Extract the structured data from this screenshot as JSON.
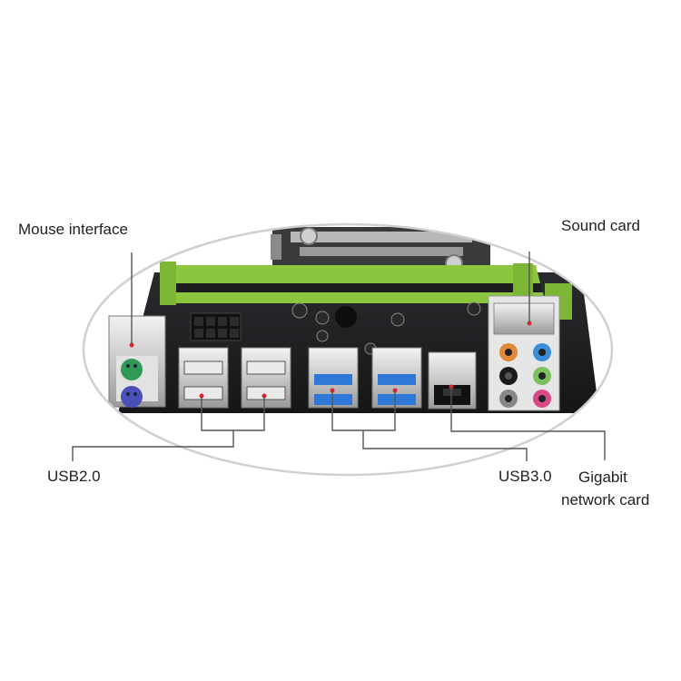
{
  "callouts": {
    "mouse_interface": "Mouse interface",
    "sound_card": "Sound card",
    "usb2": "USB2.0",
    "usb3": "USB3.0",
    "gigabit_line1": "Gigabit",
    "gigabit_line2": "network card"
  },
  "colors": {
    "pcb": "#1c1d1f",
    "dimm_green": "#8cc63f",
    "usb3_blue": "#2f78d8",
    "marker_red": "#e8202a",
    "ps2_mouse": "#2e9a55",
    "ps2_keyboard": "#4a50b8",
    "audio_orange": "#e08a3a",
    "audio_blue": "#3a8ed8",
    "audio_green": "#7cc060",
    "audio_pink": "#d84a86"
  }
}
